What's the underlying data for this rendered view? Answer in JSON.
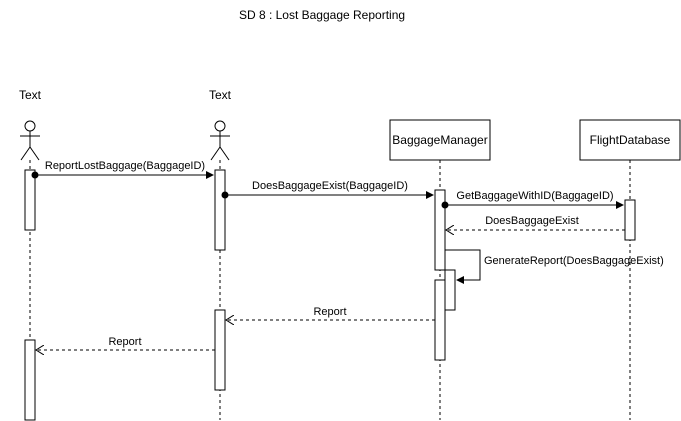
{
  "title": "SD 8 : Lost Baggage Reporting",
  "lifelines": [
    {
      "id": "actor1",
      "kind": "actor",
      "label": "Text"
    },
    {
      "id": "actor2",
      "kind": "actor",
      "label": "Text"
    },
    {
      "id": "baggage_manager",
      "kind": "object",
      "label": "BaggageManager"
    },
    {
      "id": "flight_database",
      "kind": "object",
      "label": "FlightDatabase"
    }
  ],
  "messages": [
    {
      "from": "actor1",
      "to": "actor2",
      "kind": "sync",
      "label": "ReportLostBaggage(BaggageID)"
    },
    {
      "from": "actor2",
      "to": "baggage_manager",
      "kind": "sync",
      "label": "DoesBaggageExist(BaggageID)"
    },
    {
      "from": "baggage_manager",
      "to": "flight_database",
      "kind": "sync",
      "label": "GetBaggageWithID(BaggageID)"
    },
    {
      "from": "flight_database",
      "to": "baggage_manager",
      "kind": "return",
      "label": "DoesBaggageExist"
    },
    {
      "from": "baggage_manager",
      "to": "baggage_manager",
      "kind": "self",
      "label": "GenerateReport(DoesBaggageExist)"
    },
    {
      "from": "baggage_manager",
      "to": "actor2",
      "kind": "return",
      "label": "Report"
    },
    {
      "from": "actor2",
      "to": "actor1",
      "kind": "return",
      "label": "Report"
    }
  ],
  "colors": {
    "stroke": "#000000",
    "fill": "#ffffff"
  }
}
